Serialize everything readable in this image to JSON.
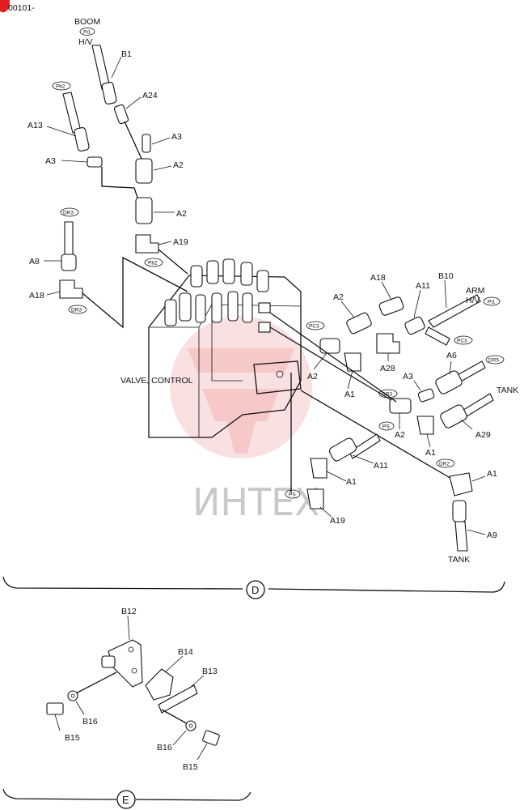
{
  "header": {
    "code": "00101-"
  },
  "watermark": {
    "text": "ИНТЕХ",
    "color": "#f2b9b9"
  },
  "section_d": {
    "marker": "D",
    "callouts": {
      "boom_a": "BOOM",
      "boom_pi1": "Pi1",
      "boom_hv": "H/V",
      "b1": "B1",
      "pb2_top": "Pb2",
      "a24": "A24",
      "a13": "A13",
      "a3_right": "A3",
      "a3_left": "A3",
      "a2_upper": "A2",
      "a2_lower": "A2",
      "dr3_left": "DR3",
      "a19_top": "A19",
      "pb2_lower": "Pb2",
      "a8": "A8",
      "a18_left": "A18",
      "dr3_left_lower": "DR3",
      "a18_right": "A18",
      "a11_top": "A11",
      "b10": "B10",
      "arm": "ARM",
      "arm_hv": "H/V",
      "arm_pi1": "Pi1",
      "a2_mid": "A2",
      "pc3_a": "PC3",
      "pc3_b": "PC3",
      "a28": "A28",
      "a6": "A6",
      "dr5": "DR5",
      "valve_control": "VALVE, CONTROL",
      "a2_valve": "A2",
      "a1_a": "A1",
      "a3_low": "A3",
      "tank_top": "TANK",
      "dr3_mid": "DR3",
      "a2_right": "A2",
      "a1_b": "A1",
      "a29": "A29",
      "ps_a": "PS",
      "a11_low": "A11",
      "dr2": "DR2",
      "a1_c": "A1",
      "a1_d": "A1",
      "ps_b": "PS",
      "a19_low": "A19",
      "a9": "A9",
      "tank_bottom": "TANK"
    }
  },
  "section_e": {
    "marker": "E",
    "callouts": {
      "b12": "B12",
      "b14": "B14",
      "b13": "B13",
      "b16_left": "B16",
      "b15_left": "B15",
      "b16_right": "B16",
      "b15_right": "B15"
    }
  }
}
